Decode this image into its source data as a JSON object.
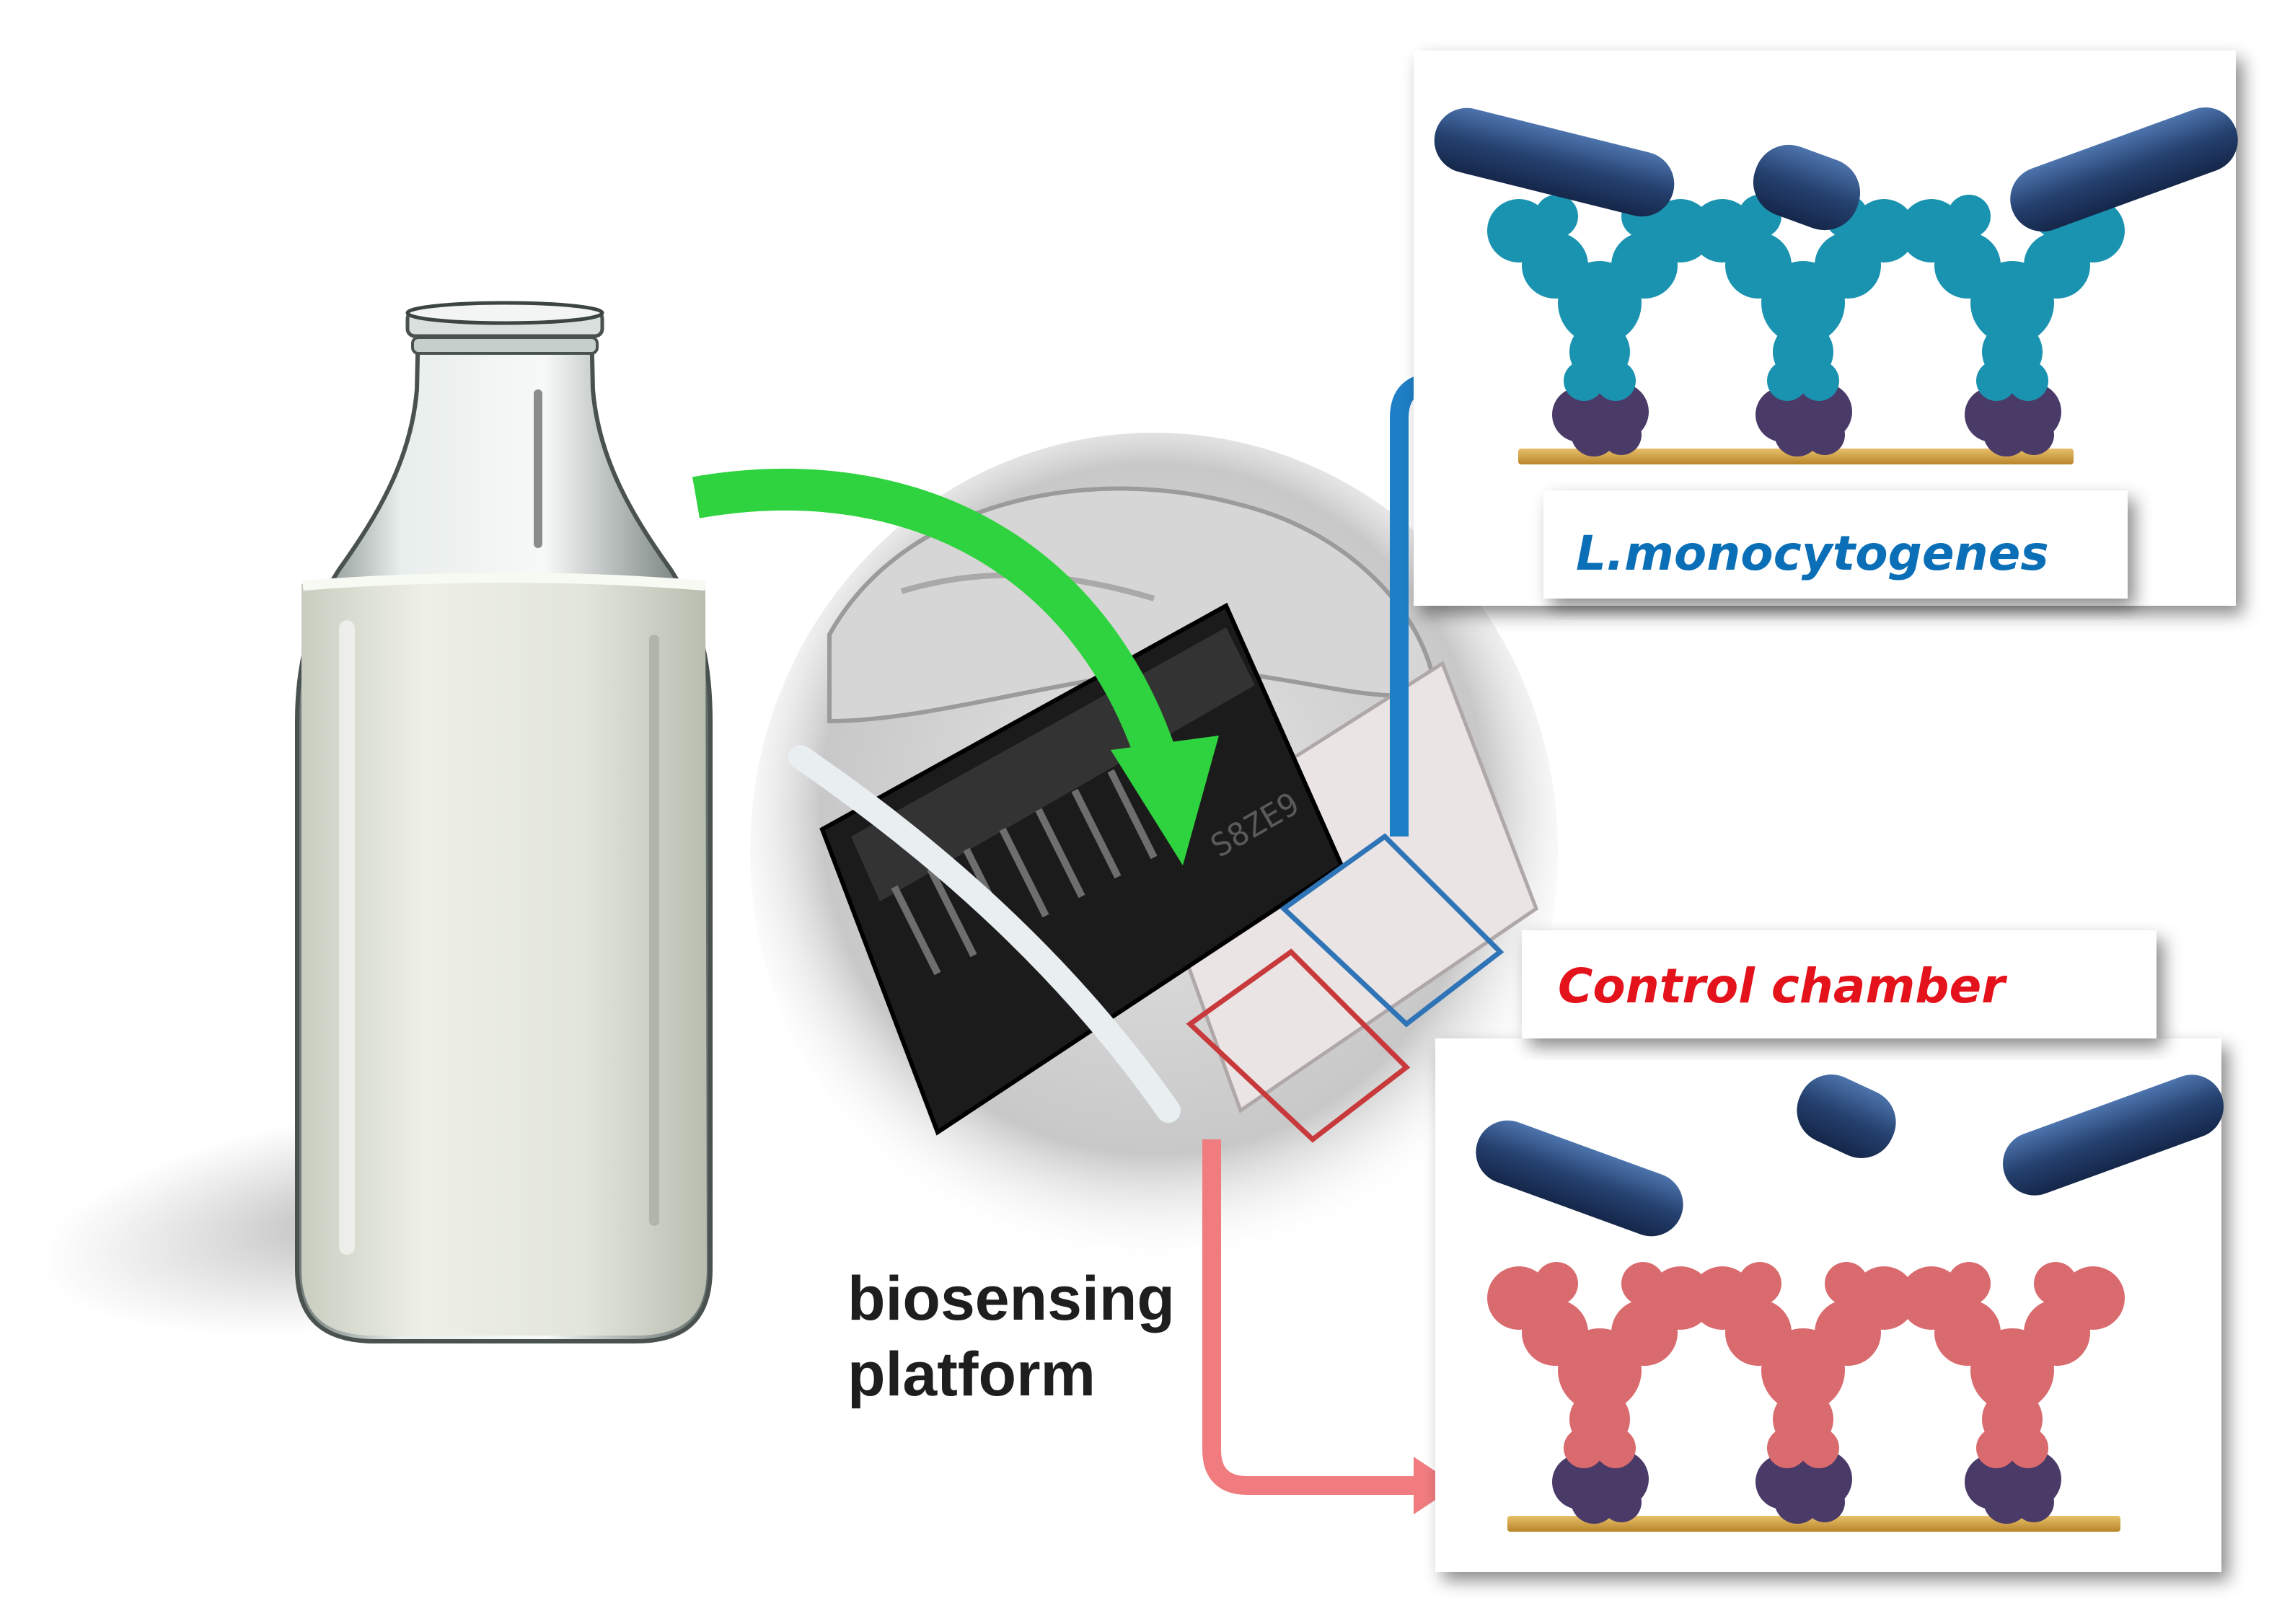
{
  "labels": {
    "target_panel": "L.monocytogenes",
    "control_panel": "Control chamber",
    "platform_line1": "biosensing",
    "platform_line2": "platform"
  },
  "icons": [
    "milk-bottle-icon",
    "chip-device-icon",
    "antibody-icon",
    "bacterium-icon",
    "protein-anchor-icon"
  ],
  "colors": {
    "target_arrow": "#1e7fc6",
    "control_arrow": "#f07c80",
    "sample_arrow": "#2fd33f",
    "target_antibody": "#1a93b0",
    "control_antibody": "#d96a6e",
    "bacterium": "#2a4a7c",
    "anchor_protein": "#4a3a68",
    "gold_surface": "#d4a23a",
    "target_label": "#0a6fb6",
    "control_label": "#e4121b"
  }
}
